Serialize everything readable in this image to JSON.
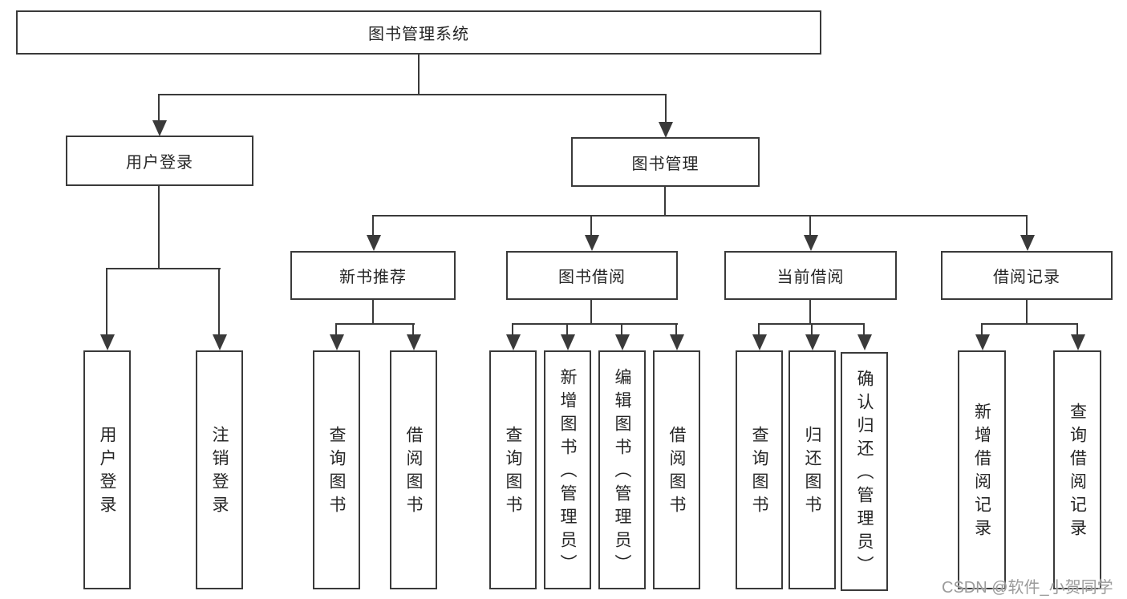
{
  "tree": {
    "root": {
      "label": "图书管理系统",
      "children": [
        {
          "label": "用户登录",
          "children": [
            {
              "label": "用户登录"
            },
            {
              "label": "注销登录"
            }
          ]
        },
        {
          "label": "图书管理",
          "children": [
            {
              "label": "新书推荐",
              "children": [
                {
                  "label": "查询图书"
                },
                {
                  "label": "借阅图书"
                }
              ]
            },
            {
              "label": "图书借阅",
              "children": [
                {
                  "label": "查询图书"
                },
                {
                  "label": "新增图书（管理员）"
                },
                {
                  "label": "编辑图书（管理员）"
                },
                {
                  "label": "借阅图书"
                }
              ]
            },
            {
              "label": "当前借阅",
              "children": [
                {
                  "label": "查询图书"
                },
                {
                  "label": "归还图书"
                },
                {
                  "label": "确认归还（管理员）"
                }
              ]
            },
            {
              "label": "借阅记录",
              "children": [
                {
                  "label": "新增借阅记录"
                },
                {
                  "label": "查询借阅记录"
                }
              ]
            }
          ]
        }
      ]
    }
  },
  "watermark": "CSDN @软件_小贺同学",
  "colors": {
    "line": "#3a3a3a",
    "text": "#262626",
    "watermark": "#9b9b9b",
    "background": "#ffffff"
  }
}
